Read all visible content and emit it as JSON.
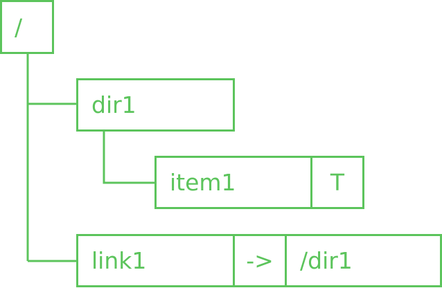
{
  "theme": {
    "accent": "#5cc45c",
    "background": "#ffffff"
  },
  "root": {
    "label": "/"
  },
  "dir1": {
    "label": "dir1"
  },
  "item1": {
    "label": "item1",
    "type": "T"
  },
  "link1": {
    "label": "link1",
    "arrow": "->",
    "target": "/dir1"
  }
}
